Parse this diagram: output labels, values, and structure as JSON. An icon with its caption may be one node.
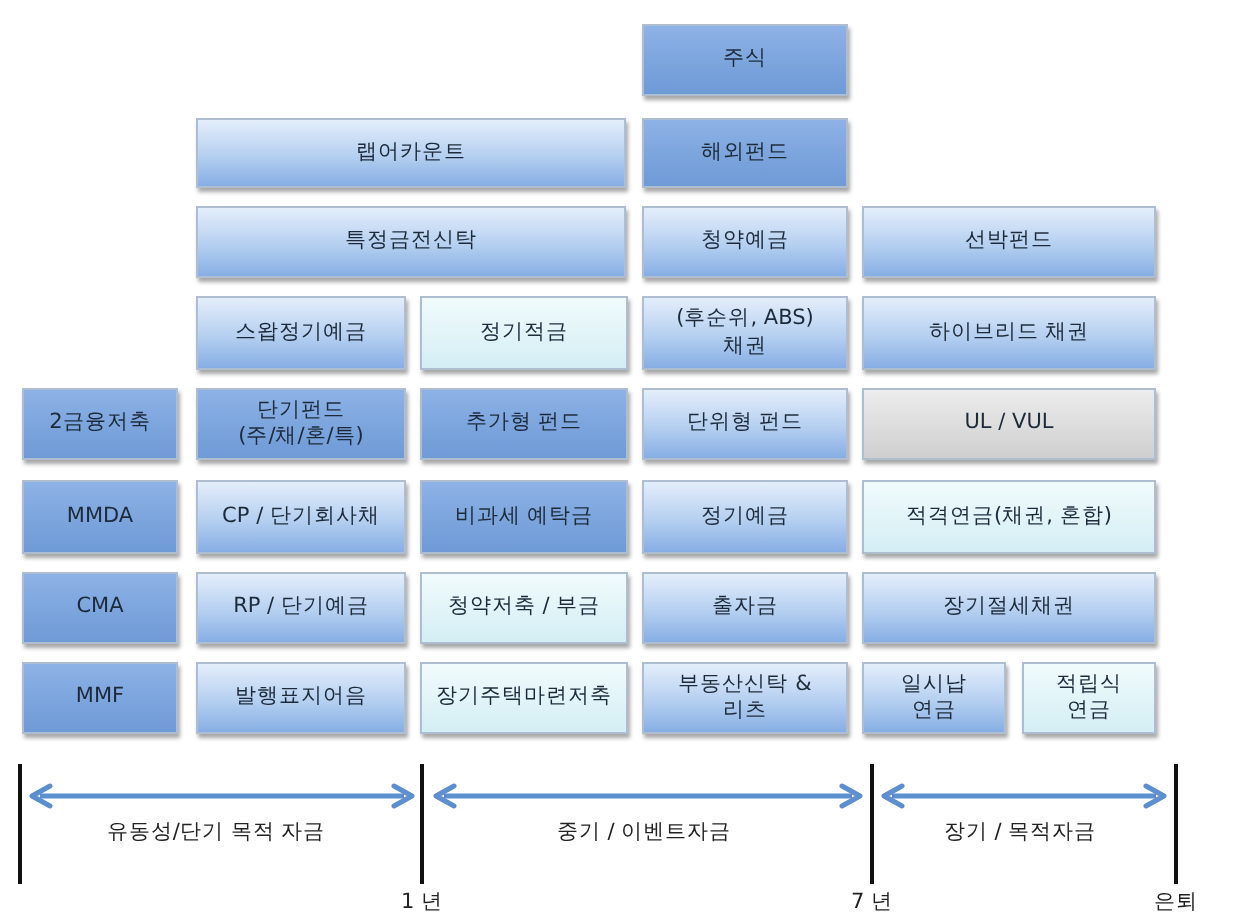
{
  "diagram": {
    "nodes": [
      {
        "text": [
          "주식"
        ]
      },
      {
        "text": [
          "랩어카운트"
        ]
      },
      {
        "text": [
          "해외펀드"
        ]
      },
      {
        "text": [
          "특정금전신탁"
        ]
      },
      {
        "text": [
          "청약예금"
        ]
      },
      {
        "text": [
          "선박펀드"
        ]
      },
      {
        "text": [
          "스왑정기예금"
        ]
      },
      {
        "text": [
          "정기적금"
        ]
      },
      {
        "text": [
          "(후순위, ABS) 채권"
        ]
      },
      {
        "text": [
          "하이브리드 채권"
        ]
      },
      {
        "text": [
          "2금융저축"
        ]
      },
      {
        "text": [
          "단기펀드 (주/채/혼/특)"
        ]
      },
      {
        "text": [
          "추가형 펀드"
        ]
      },
      {
        "text": [
          "단위형 펀드"
        ]
      },
      {
        "text": [
          "UL / VUL"
        ]
      },
      {
        "text": [
          "MMDA"
        ]
      },
      {
        "text": [
          "CP / 단기회사채"
        ]
      },
      {
        "text": [
          "비과세 예탁금"
        ]
      },
      {
        "text": [
          "정기예금"
        ]
      },
      {
        "text": [
          "적격연금(채권, 혼합)"
        ]
      },
      {
        "text": [
          "CMA"
        ]
      },
      {
        "text": [
          "RP / 단기예금"
        ]
      },
      {
        "text": [
          "청약저축 / 부금"
        ]
      },
      {
        "text": [
          "출자금"
        ]
      },
      {
        "text": [
          "장기절세채권"
        ]
      },
      {
        "text": [
          "MMF"
        ]
      },
      {
        "text": [
          "발행표지어음"
        ]
      },
      {
        "text": [
          "장기주택마련저축"
        ]
      },
      {
        "text": [
          "부동산신탁 & 리츠"
        ]
      },
      {
        "text": [
          "일시납 연금"
        ]
      },
      {
        "text": [
          "적립식 연금"
        ]
      }
    ],
    "labels": [
      "유동성/단기 목적 자금",
      "중기 / 이벤트자금",
      "장기 / 목적자금",
      "1 년",
      "7 년",
      "은퇴"
    ]
  }
}
